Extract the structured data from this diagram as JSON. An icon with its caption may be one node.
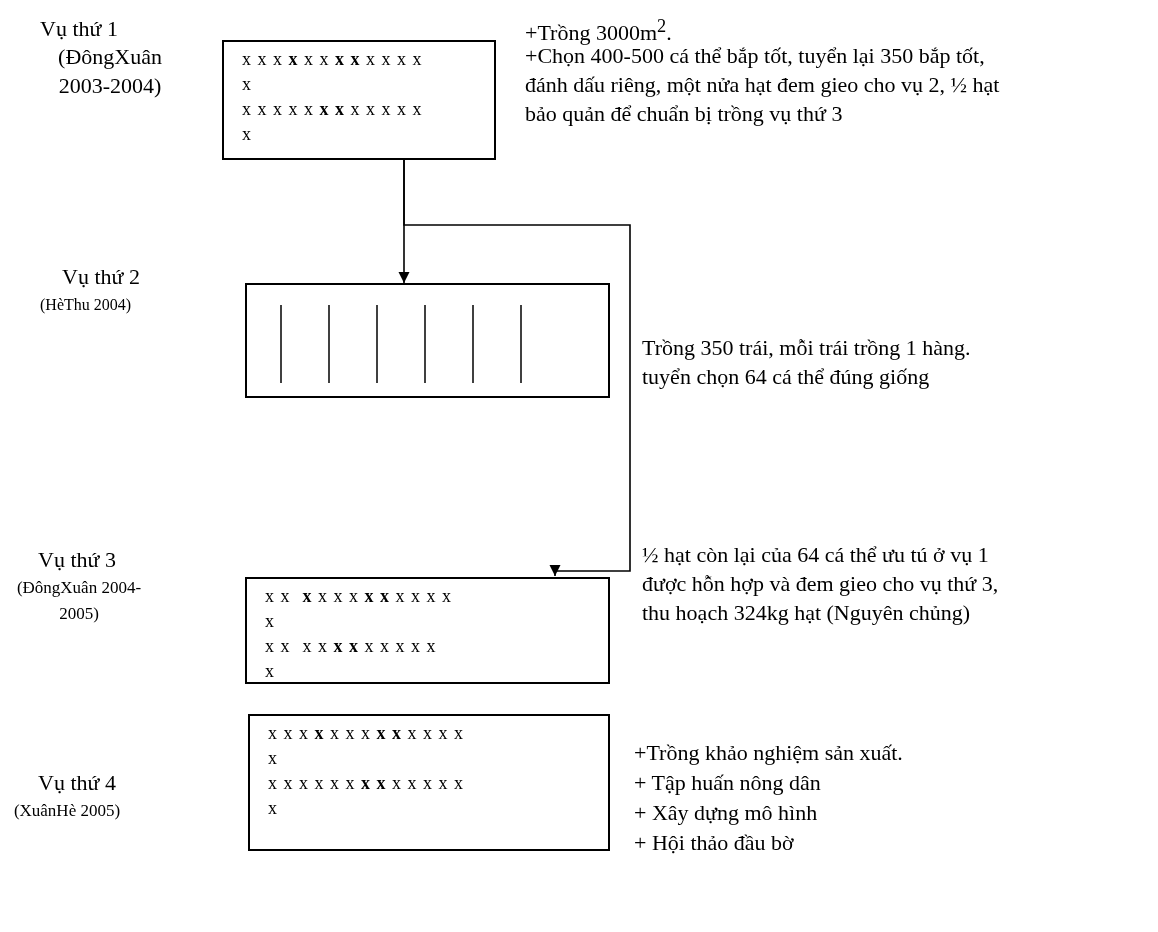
{
  "diagram": {
    "nodes": [
      {
        "text": [
          "x x x **x** x x **x** **x** x x x x",
          "x",
          "x x x x x **x** **x** x x x x x",
          "x"
        ],
        "beside": [
          "Vụ thứ 1",
          "(ĐôngXuân 2003-2004)",
          "+Trồng 3000m$^{2}$.",
          "+Chọn 400-500 cá thể bắp tốt, tuyển lại 350 bắp tốt, đánh dấu riêng, một nửa hạt đem gieo cho vụ 2, ½ hạt bảo quản để chuẩn bị trồng vụ thứ 3"
        ]
      },
      {
        "text": [],
        "shape": "box",
        "beside": [
          "Vụ thứ 2",
          "(HèThu 2004)",
          "Trồng 350 trái, mỗi trái trồng 1 hàng. tuyển chọn 64 cá thể đúng giống"
        ]
      },
      {
        "text": [
          "x x  **x** x x x **x** **x** x x x x",
          "x",
          "x x  x x **x** **x** x x x x x",
          "x"
        ],
        "beside": [
          "Vụ thứ 3",
          "(ĐôngXuân 2004-2005)",
          "½ hạt còn lại của 64 cá thể ưu tú ở vụ 1 được hỗn hợp và đem gieo cho vụ thứ 3, thu hoạch 324kg hạt (Nguyên chủng)"
        ]
      },
      {
        "text": [
          "x x x **x** x x x **x** **x** x x x x",
          "x",
          "x x x x x x **x** **x** x x x x x",
          "x"
        ],
        "beside": [
          "Vụ thứ 4",
          "(XuânHè 2005)",
          "+Trồng khảo nghiệm sản xuất.",
          "+ Tập huấn nông dân",
          "+ Xây dựng mô hình",
          "+ Hội thảo đầu bờ"
        ]
      }
    ],
    "edges": [
      {
        "from": 0,
        "to": 1,
        "arrow": "to"
      },
      {
        "from": 0,
        "to": 2,
        "arrow": "to"
      }
    ]
  }
}
